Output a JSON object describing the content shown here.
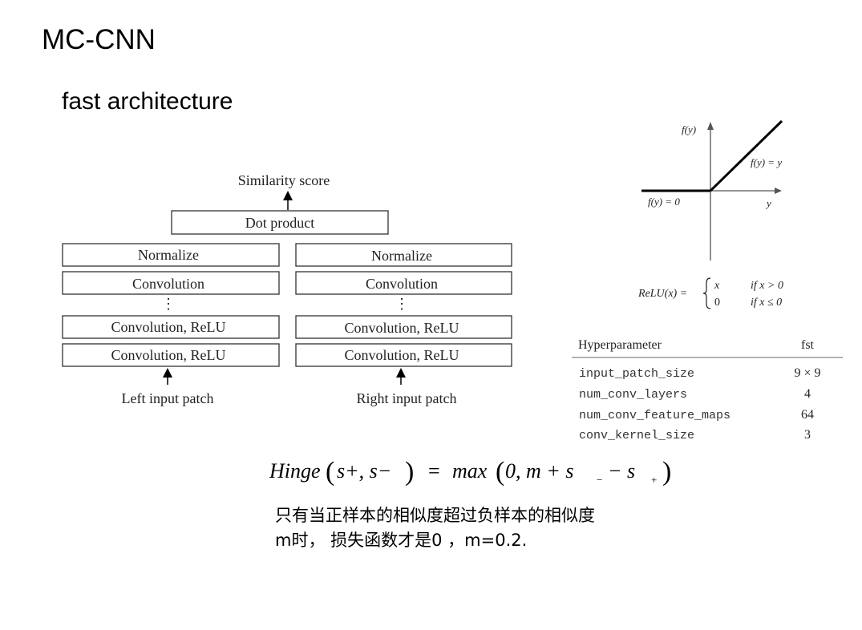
{
  "slide": {
    "title": "MC-CNN",
    "subtitle": "fast architecture"
  },
  "architecture": {
    "output_label": "Similarity score",
    "merge_box": "Dot product",
    "left_column": [
      "Normalize",
      "Convolution",
      "⋮",
      "Convolution, ReLU",
      "Convolution, ReLU"
    ],
    "right_column": [
      "Normalize",
      "Convolution",
      "⋮",
      "Convolution, ReLU",
      "Convolution, ReLU"
    ],
    "left_input": "Left input patch",
    "right_input": "Right input patch"
  },
  "relu_plot": {
    "y_axis_label": "f(y)",
    "x_axis_label": "y",
    "left_branch_label": "f(y) = 0",
    "right_branch_label": "f(y) = y",
    "formula_lhs": "ReLU(x) =",
    "case1_value": "x",
    "case1_condition": "if x > 0",
    "case2_value": "0",
    "case2_condition": "if x ≤ 0"
  },
  "hyperparameter_table": {
    "headers": [
      "Hyperparameter",
      "fst"
    ],
    "rows": [
      {
        "name": "input_patch_size",
        "value": "9 × 9"
      },
      {
        "name": "num_conv_layers",
        "value": "4"
      },
      {
        "name": "num_conv_feature_maps",
        "value": "64"
      },
      {
        "name": "conv_kernel_size",
        "value": "3"
      }
    ]
  },
  "hinge_formula": {
    "lhs_name": "Hinge",
    "lhs_args": "s+, s−",
    "eq": "=",
    "rhs_name": "max",
    "rhs_args_prefix": "0, m + s",
    "sub_minus": "−",
    "rhs_minus": " − s",
    "sub_plus": "+"
  },
  "loss_note": {
    "line1": "只有当正样本的相似度超过负样本的相似度",
    "line2": "m时， 损失函数才是0 ，m=0.2."
  }
}
